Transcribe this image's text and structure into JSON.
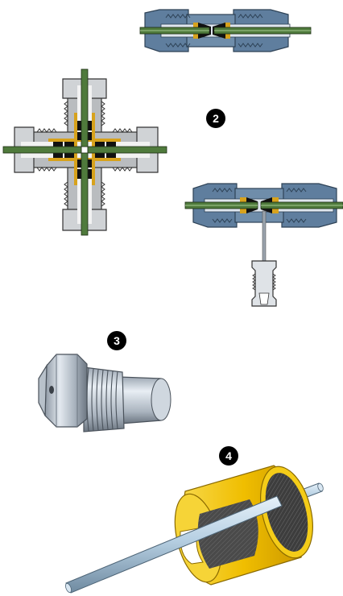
{
  "callouts": {
    "two": "2",
    "three": "3",
    "four": "4"
  },
  "colors": {
    "steel_blue": "#5f7e9e",
    "steel_dark": "#2e4256",
    "cross_gray": "#b9bcbf",
    "tube_green": "#4f7a3c",
    "ferrule_gold": "#d7a21c",
    "ferrule_black": "#111111",
    "tool_yellow": "#f2c400",
    "rod_light": "#bcd4e6"
  }
}
